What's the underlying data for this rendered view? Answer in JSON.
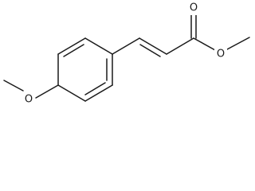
{
  "atoms": {
    "methoxy_oxygen": "O",
    "carbonyl_oxygen": "O",
    "ester_oxygen": "O"
  },
  "colors": {
    "bond": "#1a1a1a",
    "background": "#ffffff"
  }
}
